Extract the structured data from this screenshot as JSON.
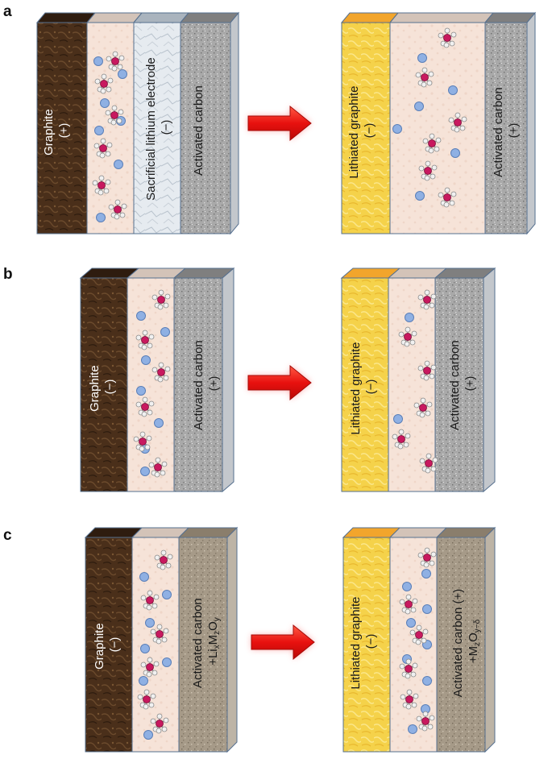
{
  "panels": {
    "a": {
      "letter": "a",
      "before": {
        "graphite_line1": "Graphite",
        "graphite_line2": "(+)",
        "lithium_line1": "Sacrificial lithium electrode",
        "lithium_line2": "(−)",
        "carbon_line1": "Activated carbon",
        "carbon_line2": ""
      },
      "after": {
        "graphite_line1": "Lithiated graphite",
        "graphite_line2": "(−)",
        "carbon_line1": "Activated carbon",
        "carbon_line2": "(+)"
      }
    },
    "b": {
      "letter": "b",
      "before": {
        "graphite_line1": "Graphite",
        "graphite_line2": "(−)",
        "carbon_line1": "Activated carbon",
        "carbon_line2": "(+)"
      },
      "after": {
        "graphite_line1": "Lithiated graphite",
        "graphite_line2": "(−)",
        "carbon_line1": "Activated carbon",
        "carbon_line2": "(+)"
      }
    },
    "c": {
      "letter": "c",
      "before": {
        "graphite_line1": "Graphite",
        "graphite_line2": "(−)",
        "carbon_line1": "Activated carbon",
        "carbon_line2_main": "+Li",
        "carbon_line2_sub1": "x",
        "carbon_line2_mid": "M",
        "carbon_line2_sub2": "z",
        "carbon_line2_end": "O",
        "carbon_line2_sub3": "y"
      },
      "after": {
        "graphite_line1": "Lithiated graphite",
        "graphite_line2": "(−)",
        "carbon_line1": "Activated carbon (+)",
        "carbon_line2_main": "+M",
        "carbon_line2_sub1": "z",
        "carbon_line2_end": "O",
        "carbon_line2_sub2": "y−δ"
      }
    }
  },
  "colors": {
    "graphite": "#4a2f1a",
    "lithiated_graphite": "#f5d24a",
    "electrolyte": "#f6e3d8",
    "lithium": "#dde3ea",
    "activated_carbon": "#a9a9a9",
    "activated_carbon_oxide": "#a69a88",
    "arrow": "#e8110f",
    "ion": "#8fb0e3",
    "anion_center": "#c8195f"
  },
  "icons": {
    "arrow": "right-arrow-icon",
    "li_ion": "li-ion-icon",
    "anion": "pf6-anion-icon"
  }
}
